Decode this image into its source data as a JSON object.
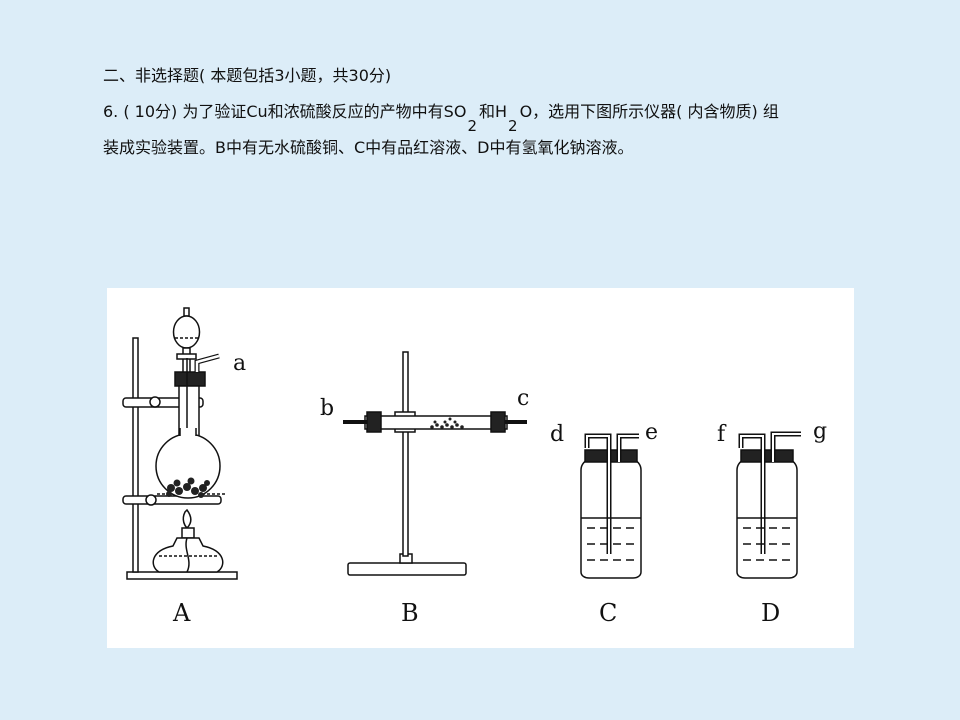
{
  "section": {
    "title": "二、非选择题( 本题包括3小题，共30分)"
  },
  "question": {
    "line1_a": "6. ( 10分) 为了验证Cu和浓硫酸反应的产物中有SO",
    "sub1": "2",
    "line1_b": "和H",
    "sub2": "2",
    "line1_c": "O，选用下图所示仪器( 内含物质) 组",
    "line2": "装成实验装置。B中有无水硫酸铜、C中有品红溶液、D中有氢氧化钠溶液。"
  },
  "figure": {
    "labels": {
      "a": "a",
      "b": "b",
      "c": "c",
      "d": "d",
      "e": "e",
      "f": "f",
      "g": "g"
    },
    "captions": [
      "A",
      "B",
      "C",
      "D"
    ]
  }
}
